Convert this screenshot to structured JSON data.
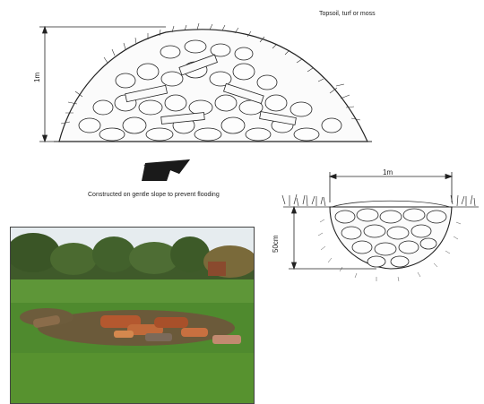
{
  "labels": {
    "top_layer": "Topsoil, turf or moss",
    "height": "1m",
    "caption": "Constructed on gentle slope to prevent flooding",
    "pit_width": "1m",
    "pit_depth": "50cm"
  },
  "icons": {
    "arrow": "down-left-arrow-icon"
  },
  "colors": {
    "ink": "#222222",
    "grass": "#4f8a2e",
    "sky": "#e6ecef",
    "log": "#b4582f"
  }
}
